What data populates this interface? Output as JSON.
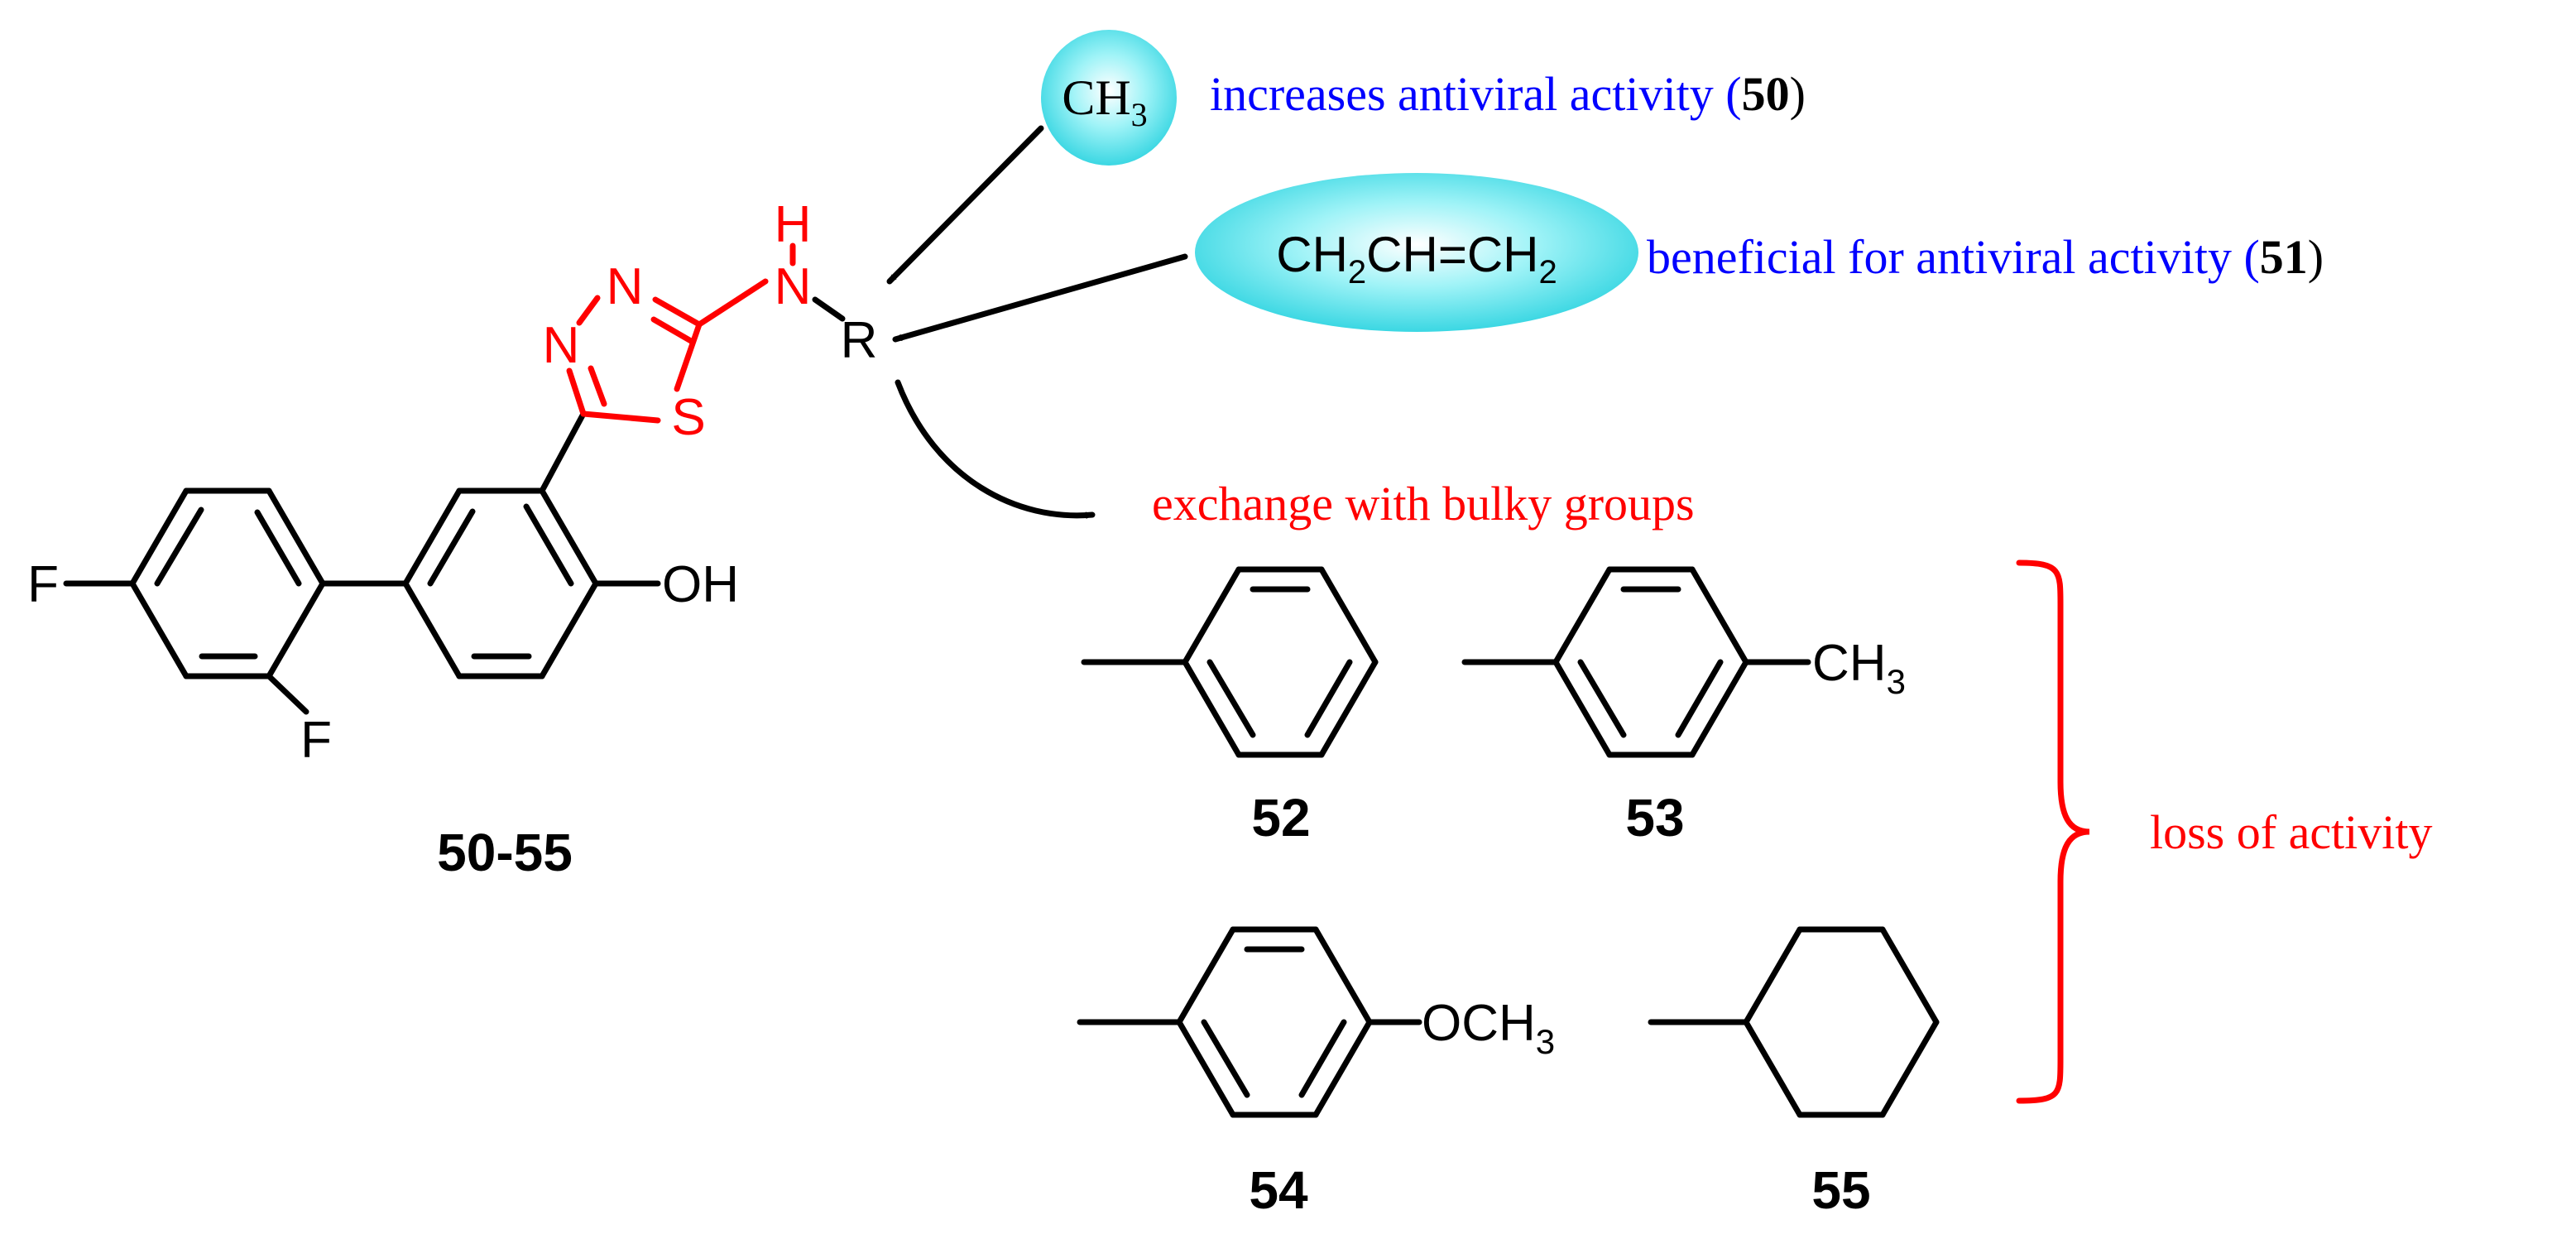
{
  "core": {
    "compound_label": "50-55",
    "atoms": {
      "F_para": "F",
      "F_ortho": "F",
      "OH": "OH",
      "N1": "N",
      "N2": "N",
      "S": "S",
      "NH_N": "N",
      "NH_H": "H",
      "R": "R"
    }
  },
  "annotations": {
    "methyl": {
      "bubble_text": "CH",
      "bubble_sub": "3",
      "effect": "increases antiviral activity (",
      "compound": "50",
      "close": ")"
    },
    "vinyl": {
      "bubble_a": "CH",
      "bubble_a_sub": "2",
      "bubble_b": "CH=CH",
      "bubble_b_sub": "2",
      "effect": "beneficial for antiviral activity (",
      "compound": "51",
      "close": ")"
    },
    "bulky": {
      "text": "exchange with bulky groups"
    },
    "loss": {
      "text": "loss of activity"
    }
  },
  "substituents": [
    {
      "label": "52"
    },
    {
      "label": "53",
      "group": "CH",
      "group_sub": "3"
    },
    {
      "label": "54",
      "group": "OCH",
      "group_sub": "3"
    },
    {
      "label": "55"
    }
  ],
  "colors": {
    "heterocycle": "#ff0000",
    "annotation_blue": "#0000ff",
    "annotation_red": "#ff0000",
    "bubble_fill": "#3fe0ea",
    "bond": "#000000"
  }
}
